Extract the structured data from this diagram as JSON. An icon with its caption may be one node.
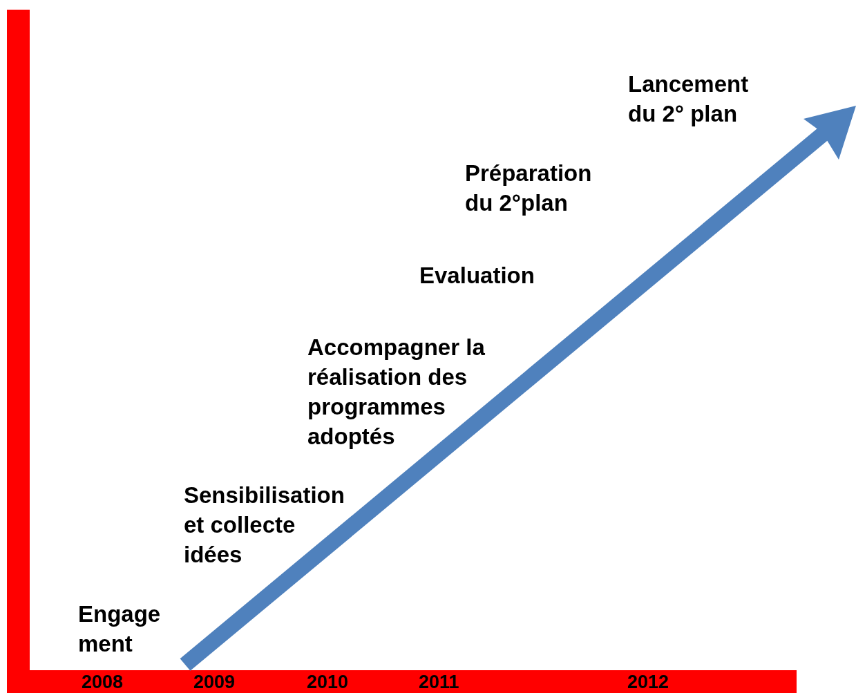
{
  "diagram": {
    "labels": [
      "Lancement du 2° plan",
      "Préparation du 2°plan",
      "Evaluation",
      "Accompagner la réalisation des programmes adoptés",
      "Sensibilisation et collecte idées",
      "Engage ment",
      "2008",
      "2009",
      "2010",
      "2011",
      "2012"
    ]
  }
}
